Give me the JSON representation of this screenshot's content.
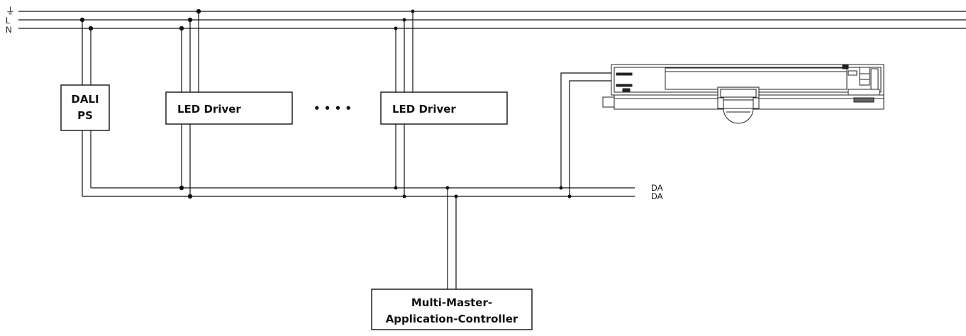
{
  "bus_labels": {
    "earth": "⏚",
    "line": "L",
    "neutral": "N"
  },
  "dali_labels": {
    "da1": "DA",
    "da2": "DA"
  },
  "dali_ps": {
    "line1": "DALI",
    "line2": "PS"
  },
  "driver1": {
    "label": "LED Driver"
  },
  "driver2": {
    "label": "LED Driver"
  },
  "ellipsis": "• • • •",
  "controller": {
    "line1": "Multi-Master-",
    "line2": "Application-Controller"
  }
}
